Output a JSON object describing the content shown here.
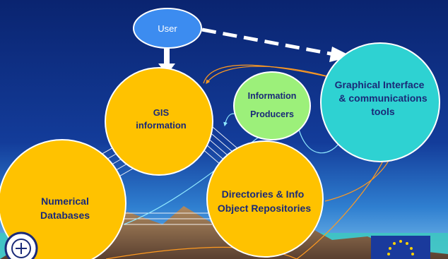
{
  "nodes": {
    "user": {
      "label": "User"
    },
    "gis": {
      "line1": "GIS",
      "line2": "information"
    },
    "info_producers": {
      "line1": "Information",
      "line2": "Producers"
    },
    "graphical_interface": {
      "line1": "Graphical Interface",
      "line2": "& communications",
      "line3": "tools"
    },
    "numerical_databases": {
      "line1": "Numerical",
      "line2": "Databases"
    },
    "directories": {
      "line1": "Directories & Info",
      "line2": "Object Repositories"
    }
  },
  "colors": {
    "background_top": "#0a2a80",
    "background_bottom": "#2f7fd0",
    "user_fill": "#3c8cf0",
    "gis_fill": "#ffc200",
    "info_producers_fill": "#9cf07a",
    "graphical_interface_fill": "#2ed2d2",
    "label_dark_blue": "#1a2a78",
    "connector_orange": "#ff9a20",
    "connector_cyan": "#8fe8ff",
    "arrow_white": "#ffffff",
    "mountain": "#8a6b4e",
    "eu_flag": "#1a3a9c",
    "eu_star": "#ffd200"
  },
  "icons": [
    "eu-flag-icon",
    "institution-logo-icon"
  ]
}
